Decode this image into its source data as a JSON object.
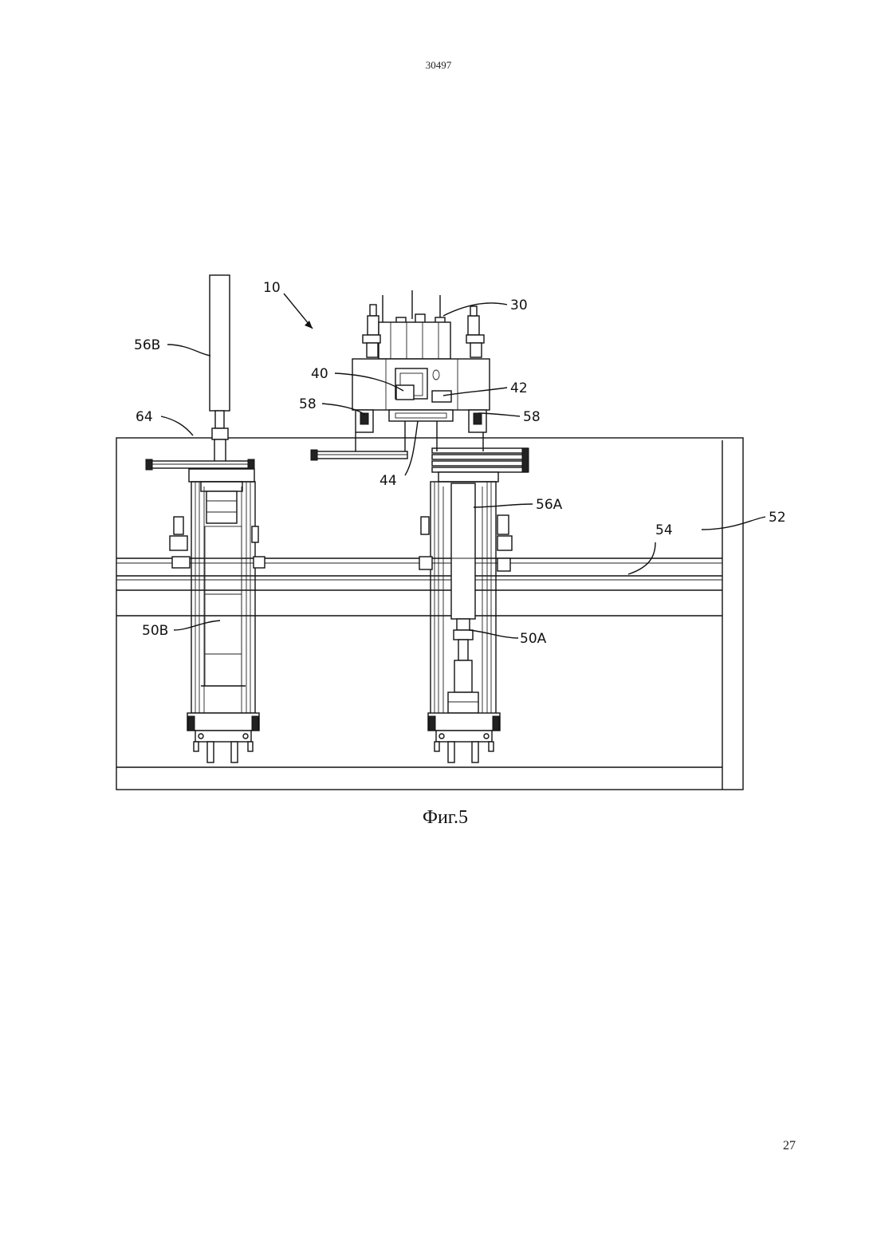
{
  "header": {
    "doc_number": "30497"
  },
  "footer": {
    "page_number": "27"
  },
  "figure": {
    "caption": "Фиг.5",
    "labels": {
      "l10": "10",
      "l30": "30",
      "l56b": "56B",
      "l40": "40",
      "l42": "42",
      "l58_left": "58",
      "l58_right": "58",
      "l64": "64",
      "l44": "44",
      "l56a": "56A",
      "l54": "54",
      "l52": "52",
      "l50b": "50B",
      "l50a": "50A"
    }
  }
}
